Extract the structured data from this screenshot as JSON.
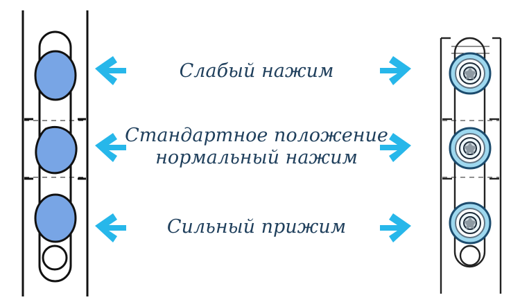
{
  "labels": {
    "weak": "Слабый нажим",
    "standard_line1": "Стандартное положение",
    "standard_line2": "нормальный нажим",
    "strong": "Сильный прижим"
  },
  "colors": {
    "arrow": "#27b7ea",
    "text": "#1f3f5c",
    "eccentric_fill": "#78a5e5",
    "roller_outer": "#9ed8ef"
  },
  "icons": {
    "left_arrow": "arrow-left-icon",
    "right_arrow": "arrow-right-icon"
  }
}
